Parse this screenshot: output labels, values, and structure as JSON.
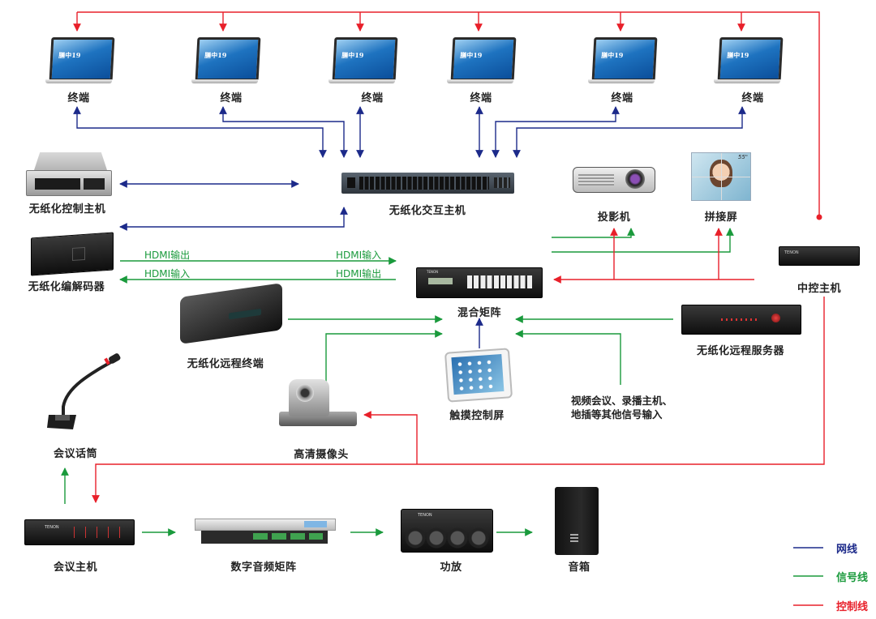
{
  "colors": {
    "network": "#1c2a8a",
    "signal": "#1a9a3c",
    "control": "#e8202a"
  },
  "terminals": [
    {
      "label": "终端",
      "screen_text": "膳中19"
    },
    {
      "label": "终端",
      "screen_text": "膳中19"
    },
    {
      "label": "终端",
      "screen_text": "膳中19"
    },
    {
      "label": "终端",
      "screen_text": "膳中19"
    },
    {
      "label": "终端",
      "screen_text": "膳中19"
    },
    {
      "label": "终端",
      "screen_text": "膳中19"
    }
  ],
  "devices": {
    "control_host": "无纸化控制主机",
    "switch": "无纸化交互主机",
    "codec": "无纸化编解码器",
    "projector": "投影机",
    "splice_screen": "拼接屏",
    "splice_screen_size": "55\"",
    "central_control": "中控主机",
    "hybrid_matrix": "混合矩阵",
    "remote_terminal": "无纸化远程终端",
    "remote_server": "无纸化远程服务器",
    "touch_panel": "触摸控制屏",
    "hd_camera": "高清摄像头",
    "meeting_mic": "会议话筒",
    "meeting_host": "会议主机",
    "dsp_matrix": "数字音频矩阵",
    "amplifier": "功放",
    "speaker": "音箱"
  },
  "other_inputs": [
    "视频会议、录播主机、",
    "地插等其他信号输入"
  ],
  "hdmi_labels": {
    "codec_out": "HDMI输出",
    "matrix_in": "HDMI输入",
    "codec_in": "HDMI输入",
    "matrix_out": "HDMI输出"
  },
  "brand": "TENON",
  "legend": [
    {
      "label": "网线",
      "color": "#1c2a8a"
    },
    {
      "label": "信号线",
      "color": "#1a9a3c"
    },
    {
      "label": "控制线",
      "color": "#e8202a"
    }
  ]
}
